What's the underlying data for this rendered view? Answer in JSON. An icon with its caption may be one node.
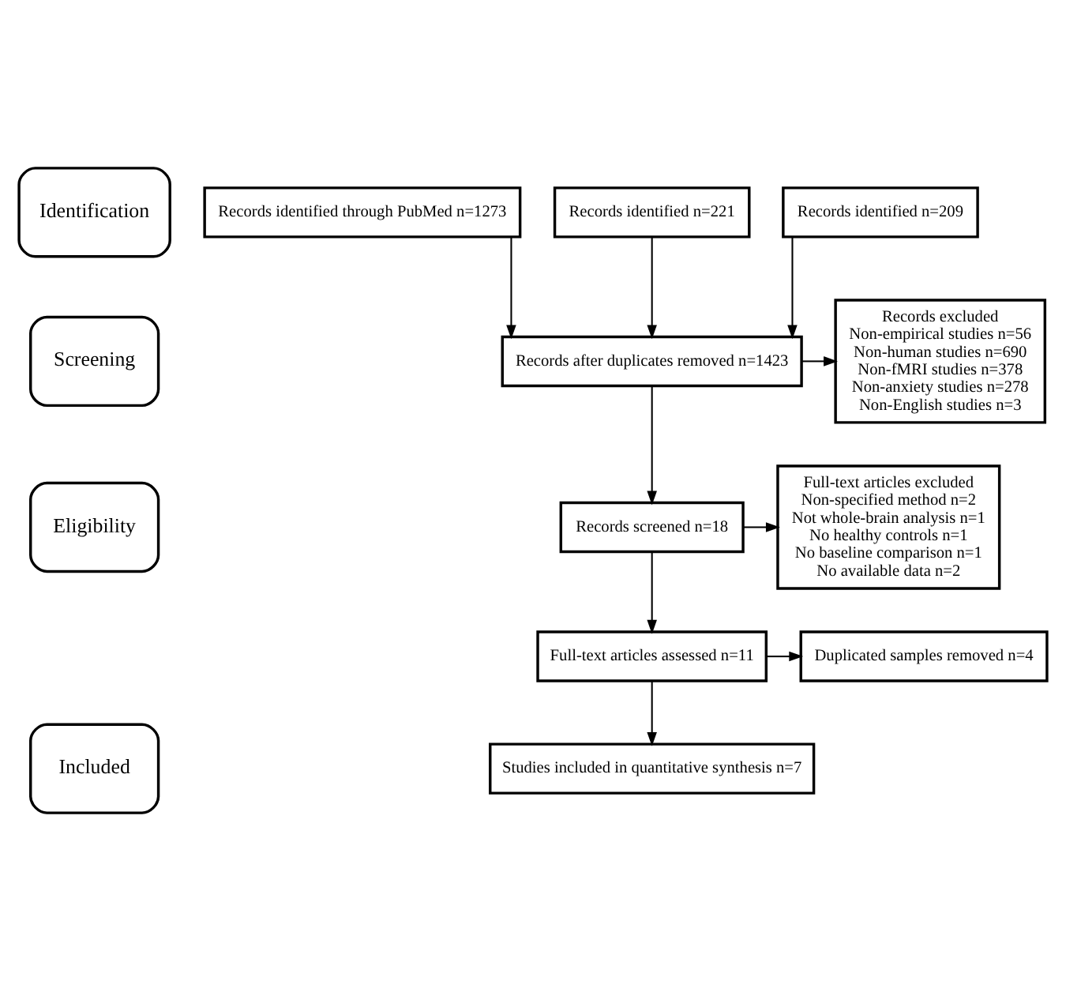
{
  "diagram": {
    "nodes": [
      {
        "text": [
          "Identification"
        ]
      },
      {
        "text": [
          "Screening"
        ]
      },
      {
        "text": [
          "Eligibility"
        ]
      },
      {
        "text": [
          "Included"
        ]
      },
      {
        "text": [
          "Records identified through PubMed n=1273"
        ]
      },
      {
        "text": [
          "Records identified n=221"
        ]
      },
      {
        "text": [
          "Records identified n=209"
        ]
      },
      {
        "text": [
          "Records after duplicates removed n=1423"
        ]
      },
      {
        "text": [
          "Records excluded",
          "Non-empirical studies n=56",
          "Non-human studies n=690",
          "Non-fMRI studies n=378",
          "Non-anxiety studies n=278",
          "Non-English studies n=3"
        ]
      },
      {
        "text": [
          "Records screened n=18"
        ]
      },
      {
        "text": [
          "Full-text articles excluded",
          "Non-specified method n=2",
          "Not whole-brain analysis n=1",
          "No healthy controls n=1",
          "No baseline comparison n=1",
          "No available data n=2"
        ]
      },
      {
        "text": [
          "Full-text articles assessed n=11"
        ]
      },
      {
        "text": [
          "Duplicated samples removed n=4"
        ]
      },
      {
        "text": [
          "Studies included in quantitative synthesis n=7"
        ]
      }
    ],
    "edges": [
      {
        "from": 4,
        "to": 7,
        "arrow": "to"
      },
      {
        "from": 5,
        "to": 7,
        "arrow": "to"
      },
      {
        "from": 6,
        "to": 7,
        "arrow": "to"
      },
      {
        "from": 7,
        "to": 9,
        "arrow": "to"
      },
      {
        "from": 7,
        "to": 8,
        "arrow": "to"
      },
      {
        "from": 9,
        "to": 11,
        "arrow": "to"
      },
      {
        "from": 9,
        "to": 10,
        "arrow": "to"
      },
      {
        "from": 11,
        "to": 13,
        "arrow": "to"
      },
      {
        "from": 11,
        "to": 12,
        "arrow": "to"
      }
    ]
  }
}
